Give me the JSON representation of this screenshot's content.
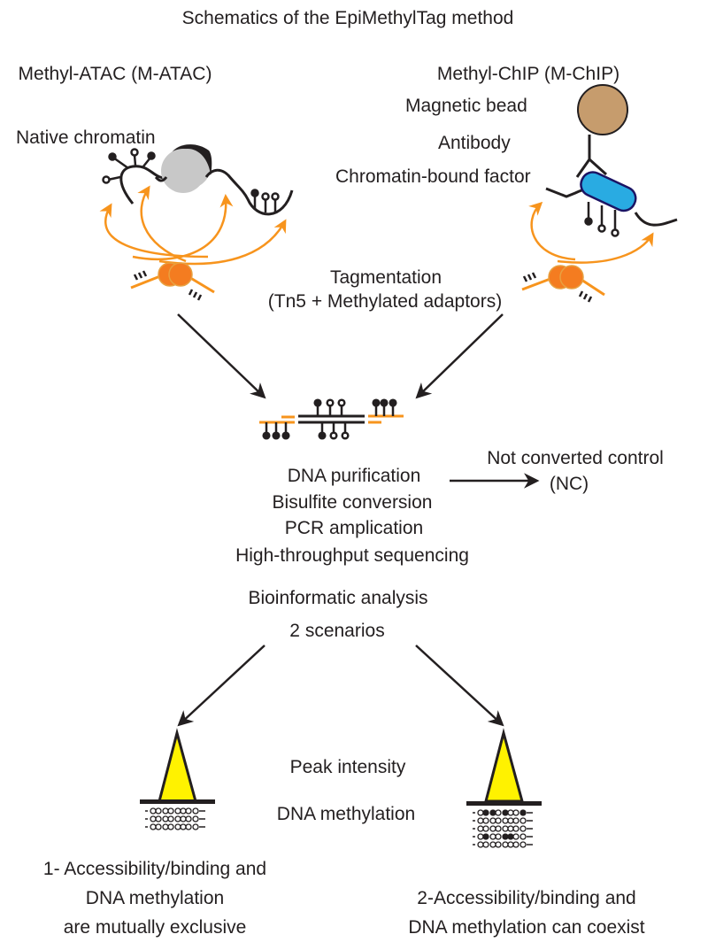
{
  "title": "Schematics of the EpiMethylTag method",
  "methods": {
    "left": {
      "heading": "Methyl-ATAC (M-ATAC)",
      "substrate_label": "Native chromatin"
    },
    "right": {
      "heading": "Methyl-ChIP (M-ChIP)",
      "bead_label": "Magnetic bead",
      "antibody_label": "Antibody",
      "factor_label": "Chromatin-bound factor"
    }
  },
  "tagmentation": {
    "line1": "Tagmentation",
    "line2": "(Tn5 + Methylated adaptors)"
  },
  "processing_steps": [
    "DNA purification",
    "Bisulfite conversion",
    "PCR amplication",
    "High-throughput sequencing"
  ],
  "control": {
    "line1": "Not converted control",
    "line2": "(NC)"
  },
  "analysis": {
    "line1": "Bioinformatic analysis",
    "line2": "2 scenarios"
  },
  "legend": {
    "peak": "Peak intensity",
    "methylation": "DNA methylation"
  },
  "scenarios": [
    {
      "lines": [
        "1- Accessibility/binding and",
        "DNA methylation",
        "are mutually exclusive"
      ],
      "methylation_rows": [
        [
          0,
          0,
          0,
          0,
          0,
          0,
          0,
          0,
          0
        ],
        [
          0,
          0,
          0,
          0,
          0,
          0,
          0,
          0,
          0
        ],
        [
          0,
          0,
          0,
          0,
          0,
          0,
          0,
          0,
          0
        ]
      ]
    },
    {
      "lines": [
        "2-Accessibility/binding and",
        "DNA methylation can coexist"
      ],
      "methylation_rows": [
        [
          0,
          1,
          1,
          0,
          1,
          0,
          0,
          1,
          0
        ],
        [
          0,
          0,
          0,
          0,
          0,
          0,
          0,
          0,
          0
        ],
        [
          0,
          0,
          0,
          0,
          0,
          0,
          0,
          0,
          0
        ],
        [
          0,
          1,
          0,
          0,
          1,
          1,
          0,
          0,
          0
        ],
        [
          0,
          0,
          0,
          0,
          0,
          0,
          0,
          0,
          0
        ]
      ]
    }
  ],
  "colors": {
    "ink": "#231f20",
    "orange": "#f7941d",
    "tn5": "#f47c20",
    "tn5_edge": "#e8a040",
    "bead": "#c69c6d",
    "factor_fill": "#29abe2",
    "factor_edge": "#1b1464",
    "nucleosome": "#c8c8c8",
    "peak": "#fff200"
  }
}
